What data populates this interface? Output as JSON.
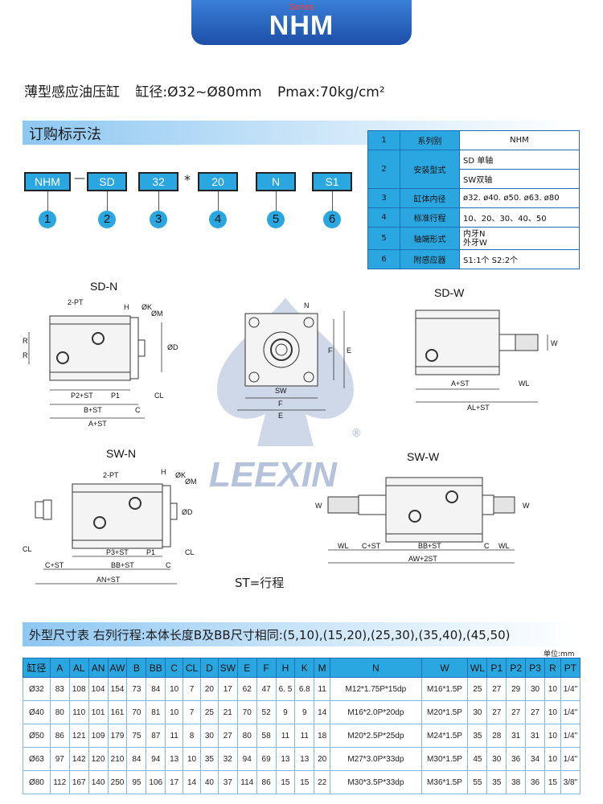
{
  "header": {
    "series_label": "Series",
    "model": "NHM"
  },
  "spec_line": {
    "product": "薄型感应油压缸",
    "bore": "缸径:Ø32~Ø80mm",
    "pressure": "Pmax:70kg/cm²"
  },
  "order_section": {
    "title": "订购标示法",
    "code_parts": [
      "NHM",
      "SD",
      "32",
      "20",
      "N",
      "S1"
    ],
    "separators": {
      "dash": "—",
      "star": "*"
    },
    "numbers": [
      "1",
      "2",
      "3",
      "4",
      "5",
      "6"
    ]
  },
  "order_table": [
    {
      "no": "1",
      "label": "系列别",
      "values": [
        "NHM"
      ]
    },
    {
      "no": "2",
      "label": "安装型式",
      "values": [
        "SD 单轴",
        "SW双轴"
      ]
    },
    {
      "no": "3",
      "label": "缸体内径",
      "values": [
        "ø32. ø40. ø50. ø63. ø80"
      ]
    },
    {
      "no": "4",
      "label": "标准行程",
      "values": [
        "10、20、30、40、50"
      ]
    },
    {
      "no": "5",
      "label": "轴端形式",
      "values": [
        "内牙N",
        "外牙W"
      ]
    },
    {
      "no": "6",
      "label": "附感应器",
      "values": [
        "S1:1个    S2:2个"
      ]
    }
  ],
  "drawings": {
    "sd_n": {
      "title": "SD-N",
      "labels": {
        "pt": "2-PT",
        "h": "H",
        "k": "ØK",
        "m": "ØM",
        "d": "ØD",
        "r1": "R",
        "r2": "R",
        "p2st": "P2+ST",
        "p1": "P1",
        "cl": "CL",
        "bst": "B+ST",
        "c": "C",
        "ast": "A+ST"
      }
    },
    "front": {
      "labels": {
        "n": "N",
        "sw": "SW",
        "f": "F",
        "e": "E",
        "fv": "F",
        "ev": "E"
      }
    },
    "sd_w": {
      "title": "SD-W",
      "labels": {
        "w": "W",
        "ast": "A+ST",
        "wl": "WL",
        "alst": "AL+ST"
      }
    },
    "sw_n": {
      "title": "SW-N",
      "labels": {
        "pt": "2-PT",
        "h": "H",
        "k": "ØK",
        "m": "ØM",
        "d": "ØD",
        "cl1": "CL",
        "cl2": "CL",
        "p3st": "P3+ST",
        "p1": "P1",
        "cst": "C+ST",
        "bbst": "BB+ST",
        "c": "C",
        "anst": "AN+ST"
      }
    },
    "sw_w": {
      "title": "SW-W",
      "labels": {
        "w1": "W",
        "w2": "W",
        "wl1": "WL",
        "cst": "C+ST",
        "bbst": "BB+ST",
        "c": "C",
        "wl2": "WL",
        "aw2st": "AW+2ST"
      }
    },
    "logo": {
      "brand": "LEEXIN",
      "reg": "®"
    },
    "st_note": "ST=行程"
  },
  "dim_section": {
    "title": "外型尺寸表  右列行程:本体长度B及BB尺寸相同:(5,10),(15,20),(25,30),(35,40),(45,50)",
    "unit": "单位:mm",
    "headers": [
      "缸径",
      "A",
      "AL",
      "AN",
      "AW",
      "B",
      "BB",
      "C",
      "CL",
      "D",
      "SW",
      "E",
      "F",
      "H",
      "K",
      "M",
      "N",
      "W",
      "WL",
      "P1",
      "P2",
      "P3",
      "R",
      "PT"
    ],
    "rows": [
      [
        "Ø32",
        "83",
        "108",
        "104",
        "154",
        "73",
        "84",
        "10",
        "7",
        "20",
        "17",
        "62",
        "47",
        "6. 5",
        "6.8",
        "11",
        "M12*1.75P*15dp",
        "M16*1.5P",
        "25",
        "27",
        "29",
        "30",
        "10",
        "1/4\""
      ],
      [
        "Ø40",
        "80",
        "110",
        "101",
        "161",
        "70",
        "81",
        "10",
        "7",
        "25",
        "21",
        "70",
        "52",
        "9",
        "9",
        "14",
        "M16*2.0P*20dp",
        "M20*1.5P",
        "30",
        "27",
        "27",
        "27",
        "10",
        "1/4\""
      ],
      [
        "Ø50",
        "86",
        "121",
        "109",
        "179",
        "75",
        "87",
        "11",
        "8",
        "30",
        "27",
        "80",
        "58",
        "11",
        "11",
        "18",
        "M20*2.5P*25dp",
        "M24*1.5P",
        "35",
        "28",
        "31",
        "31",
        "10",
        "1/4\""
      ],
      [
        "Ø63",
        "97",
        "142",
        "120",
        "210",
        "84",
        "94",
        "13",
        "10",
        "35",
        "32",
        "94",
        "69",
        "13",
        "13",
        "20",
        "M27*3.0P*33dp",
        "M30*1.5P",
        "45",
        "30",
        "36",
        "34",
        "10",
        "1/4\""
      ],
      [
        "Ø80",
        "112",
        "167",
        "140",
        "250",
        "95",
        "106",
        "17",
        "14",
        "40",
        "37",
        "114",
        "86",
        "15",
        "15",
        "22",
        "M30*3.5P*33dp",
        "M36*1.5P",
        "55",
        "35",
        "38",
        "36",
        "15",
        "3/8\""
      ]
    ]
  }
}
